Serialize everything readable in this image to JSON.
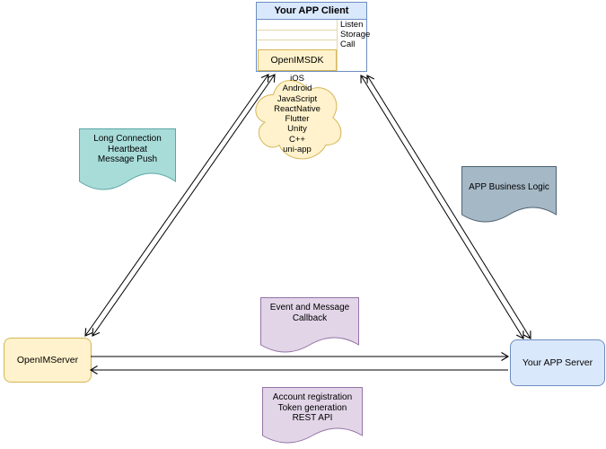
{
  "client_box": {
    "title": "Your APP Client",
    "sdk_label": "OpenIMSDK",
    "ports": [
      "Listen",
      "Storage",
      "Call"
    ]
  },
  "cloud_platforms": [
    "iOS",
    "Android",
    "JavaScript",
    "ReactNative",
    "Flutter",
    "Unity",
    "C++",
    "uni-app"
  ],
  "callouts": {
    "long_connection": [
      "Long Connection",
      "Heartbeat",
      "Message Push"
    ],
    "business_logic": [
      "APP Business Logic"
    ],
    "event_callback": [
      "Event and Message",
      "Callback"
    ],
    "rest_api": [
      "Account registration",
      "Token generation",
      "REST API"
    ]
  },
  "nodes": {
    "openim_server": "OpenIMServer",
    "app_server": "Your APP Server"
  },
  "colors": {
    "yellow_fill": "#fff2cc",
    "yellow_stroke": "#d6b656",
    "blue_fill": "#dae8fc",
    "blue_stroke": "#6c8ebf",
    "teal_fill": "#a8dcd9",
    "teal_stroke": "#5aa7a3",
    "gray_fill": "#a5b8c6",
    "gray_stroke": "#4e6170",
    "purple_fill": "#e1d5e7",
    "purple_stroke": "#9673a6",
    "line": "#000000"
  }
}
